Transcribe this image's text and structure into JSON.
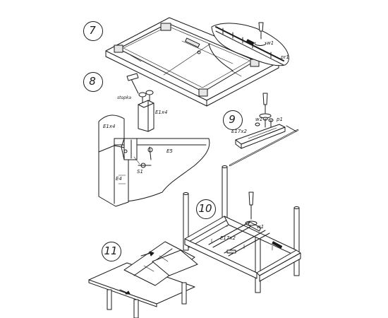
{
  "steps": [
    {
      "number": "7",
      "labels": {
        "pr1": "pr1",
        "w1": "w1"
      }
    },
    {
      "number": "8",
      "labels": {
        "stopka": "stopka",
        "e1x4_box": "E1x4",
        "e1x4_panel": "E1x4",
        "e5": "E5",
        "e4": "E4",
        "s1": "S1"
      }
    },
    {
      "number": "9",
      "labels": {
        "w1": "w1",
        "p1": "p1",
        "e17x2": "E17x2"
      }
    },
    {
      "number": "10",
      "labels": {
        "e17x2": "E17x2",
        "w1": "w1"
      }
    },
    {
      "number": "11",
      "labels": {}
    }
  ],
  "colors": {
    "line": "#1a1a1a",
    "paper": "#ffffff"
  }
}
